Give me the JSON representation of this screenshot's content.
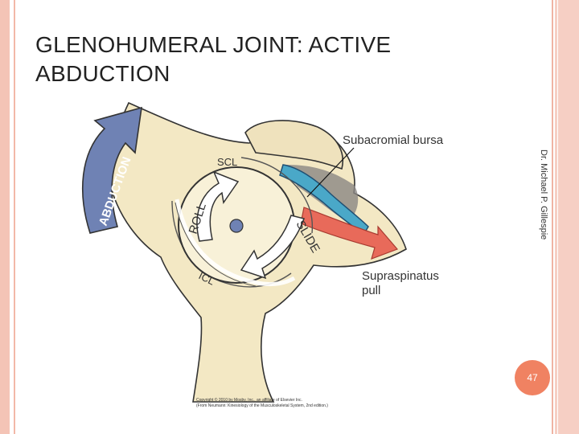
{
  "slide": {
    "title_line1": "GLENOHUMERAL JOINT:  ACTIVE",
    "title_line2": "ABDUCTION",
    "author": "Dr. Michael P. Gillespie",
    "page_number": "47"
  },
  "diagram": {
    "labels": {
      "subacromial_bursa": "Subacromial bursa",
      "supraspinatus_line1": "Supraspinatus",
      "supraspinatus_line2": "pull",
      "abduction": "ABDUCTION",
      "roll": "ROLL",
      "slide": "SLIDE",
      "scl": "SCL",
      "icl": "ICL"
    },
    "copyright_line1": "Copyright © 2010 by Mosby, Inc., an affiliate of Elsevier Inc.",
    "copyright_line2": "(From Neumann: Kinesiology of the Musculoskeletal System, 2nd edition.)"
  },
  "colors": {
    "accent": "#f08262",
    "bone": "#f3e8c4",
    "arrow_blue": "#6f82b4",
    "bursa_blue": "#4aa8c8",
    "muscle_red": "#e86a5a"
  }
}
